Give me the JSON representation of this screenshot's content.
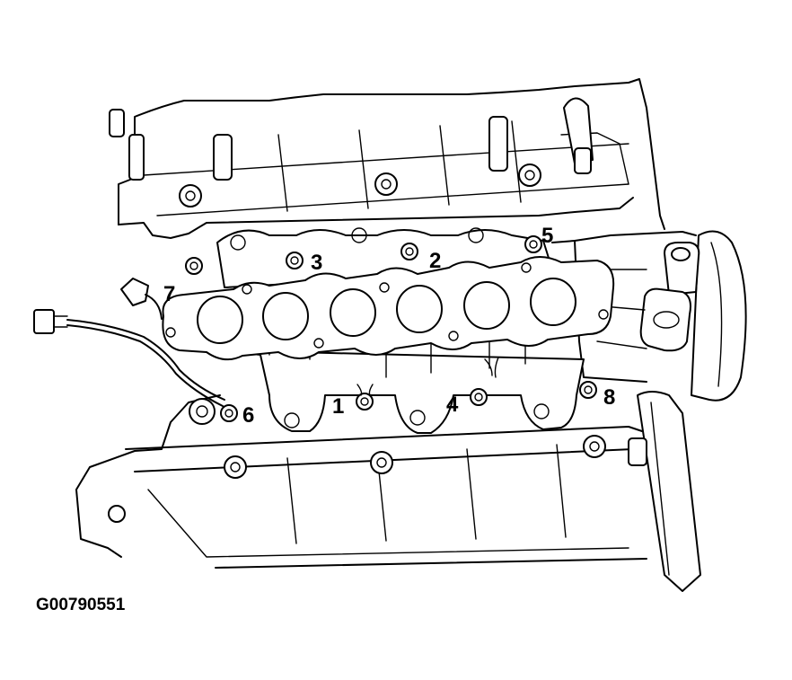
{
  "figure": {
    "id_label": "G00790551",
    "callouts": [
      {
        "key": "1",
        "label": "1"
      },
      {
        "key": "2",
        "label": "2"
      },
      {
        "key": "3",
        "label": "3"
      },
      {
        "key": "4",
        "label": "4"
      },
      {
        "key": "5",
        "label": "5"
      },
      {
        "key": "6",
        "label": "6"
      },
      {
        "key": "7",
        "label": "7"
      },
      {
        "key": "8",
        "label": "8"
      }
    ]
  }
}
